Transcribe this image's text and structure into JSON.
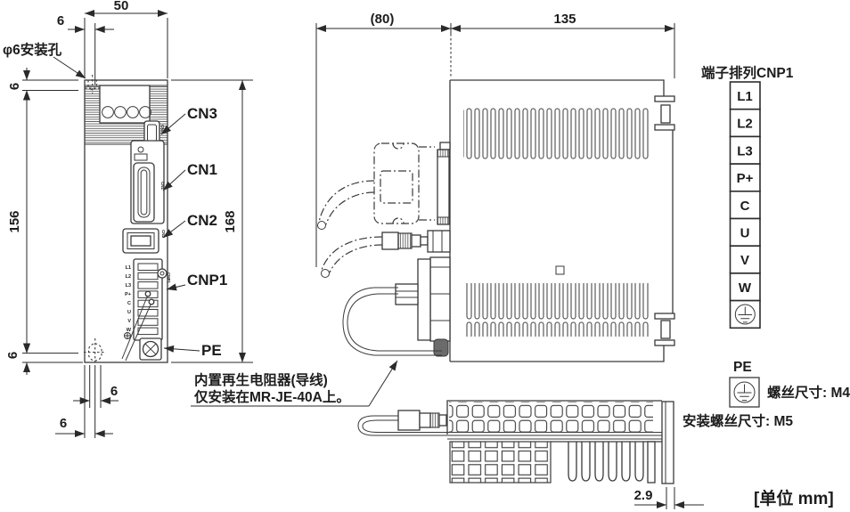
{
  "drawing": {
    "front_view": {
      "dim_width": "50",
      "dim_hole_h": "6",
      "dim_hole_v": "6",
      "dim_height_left": "156",
      "dim_bottom": "6",
      "dim_height_right": "168",
      "dim_slot_w": "6",
      "dim_slot_off": "6",
      "mounting_hole_label": "φ6安装孔",
      "ports": {
        "cn3": "CN3",
        "cn1": "CN1",
        "cn2": "CN2",
        "cnp1": "CNP1",
        "pe": "PE"
      },
      "port_tags": [
        "CN3",
        "CN1",
        "CN2",
        "CNP1"
      ],
      "terminal_labels": [
        "L1",
        "L2",
        "L3",
        "P+",
        "C",
        "U",
        "V",
        "W"
      ]
    },
    "side_view": {
      "dim_front": "(80)",
      "dim_body": "135"
    },
    "bottom_view": {
      "dim_fin": "2.9"
    },
    "note": {
      "line1": "内置再生电阻器(导线)",
      "line2": "仅安装在MR-JE-40A上。"
    },
    "terminal_block": {
      "title": "端子排列CNP1",
      "cells": [
        "L1",
        "L2",
        "L3",
        "P+",
        "C",
        "U",
        "V",
        "W"
      ],
      "ground_icon": "protective-earth"
    },
    "pe_info": {
      "label": "PE",
      "screw_size": "螺丝尺寸: M4",
      "mount_screw_size": "安装螺丝尺寸: M5"
    },
    "footer_unit": "[单位 mm]"
  },
  "colors": {
    "line": "#3a3a3a",
    "text": "#1c1c1c",
    "background": "#ffffff"
  }
}
